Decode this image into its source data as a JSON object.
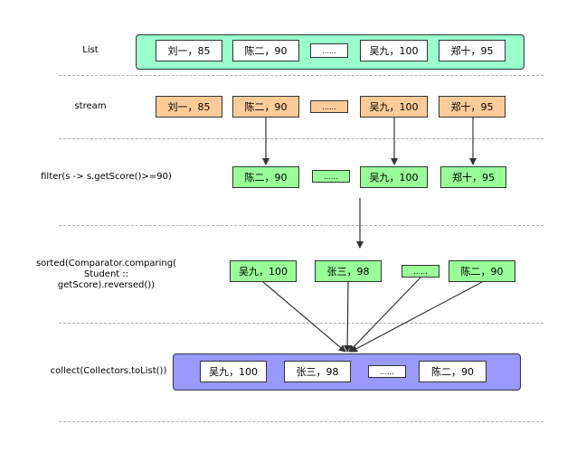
{
  "colors": {
    "list_container": "#99ffcc",
    "collect_container": "#9999ff",
    "stream_box": "#ffcc99",
    "filter_box": "#99ff99",
    "sorted_box": "#99ff99",
    "divider": "#b0b0b0"
  },
  "rows": {
    "list": {
      "label": "List",
      "items": [
        "刘一，85",
        "陈二，90",
        "......",
        "吴九，100",
        "郑十，95"
      ]
    },
    "stream": {
      "label": "stream",
      "items": [
        "刘一，85",
        "陈二，90",
        "......",
        "吴九，100",
        "郑十，95"
      ]
    },
    "filter": {
      "label": "filter(s -> s.getScore()>=90)",
      "items": [
        "陈二，90",
        "......",
        "吴九，100",
        "郑十，95"
      ]
    },
    "sorted": {
      "label_lines": [
        "sorted(Comparator.comparing(",
        "Student ::",
        "getScore).reversed())"
      ],
      "items": [
        "吴九，100",
        "张三，98",
        "......",
        "陈二，90"
      ]
    },
    "collect": {
      "label": "collect(Collectors.toList())",
      "items": [
        "吴九，100",
        "张三，98",
        "......",
        "陈二，90"
      ]
    }
  }
}
